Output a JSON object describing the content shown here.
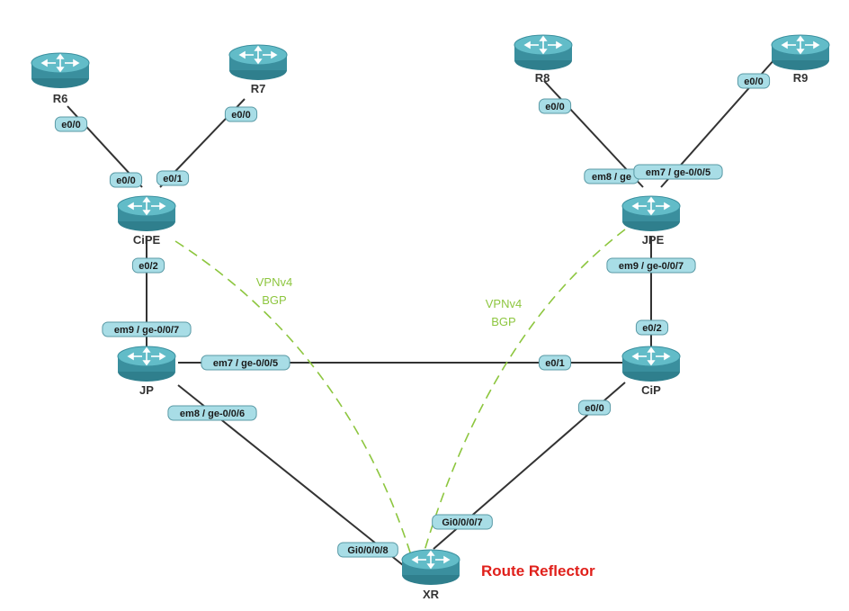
{
  "colors": {
    "router_top": "#5fb8c4",
    "router_body": "#3a8f9e",
    "link": "#333333",
    "bgp_session": "#8dc63f",
    "interface_badge": "#a8dde6",
    "interface_border": "#5a9aa6",
    "route_reflector": "#e0201b"
  },
  "icons": {
    "router": "router-icon"
  },
  "routers": {
    "R6": {
      "label": "R6"
    },
    "R7": {
      "label": "R7"
    },
    "R8": {
      "label": "R8"
    },
    "R9": {
      "label": "R9"
    },
    "CiPE": {
      "label": "CiPE"
    },
    "JPE": {
      "label": "JPE"
    },
    "JP": {
      "label": "JP"
    },
    "CiP": {
      "label": "CiP"
    },
    "XR": {
      "label": "XR"
    }
  },
  "interfaces": {
    "r6_e00": "e0/0",
    "r7_e00": "e0/0",
    "cipe_e00": "e0/0",
    "cipe_e01": "e0/1",
    "cipe_e02": "e0/2",
    "jp_em9": "em9 / ge-0/0/7",
    "jp_em7": "em7 / ge-0/0/5",
    "jp_em8": "em8 / ge-0/0/6",
    "r8_e00": "e0/0",
    "r9_e00": "e0/0",
    "jpe_em8": "em8 / ge",
    "jpe_em7": "em7 / ge-0/0/5",
    "jpe_em9": "em9 / ge-0/0/7",
    "cip_e02": "e0/2",
    "cip_e01": "e0/1",
    "cip_e00": "e0/0",
    "xr_gi7": "Gi0/0/0/7",
    "xr_gi8": "Gi0/0/0/8"
  },
  "sessions": {
    "left": {
      "line1": "VPNv4",
      "line2": "BGP"
    },
    "right": {
      "line1": "VPNv4",
      "line2": "BGP"
    }
  },
  "route_reflector_label": "Route Reflector"
}
